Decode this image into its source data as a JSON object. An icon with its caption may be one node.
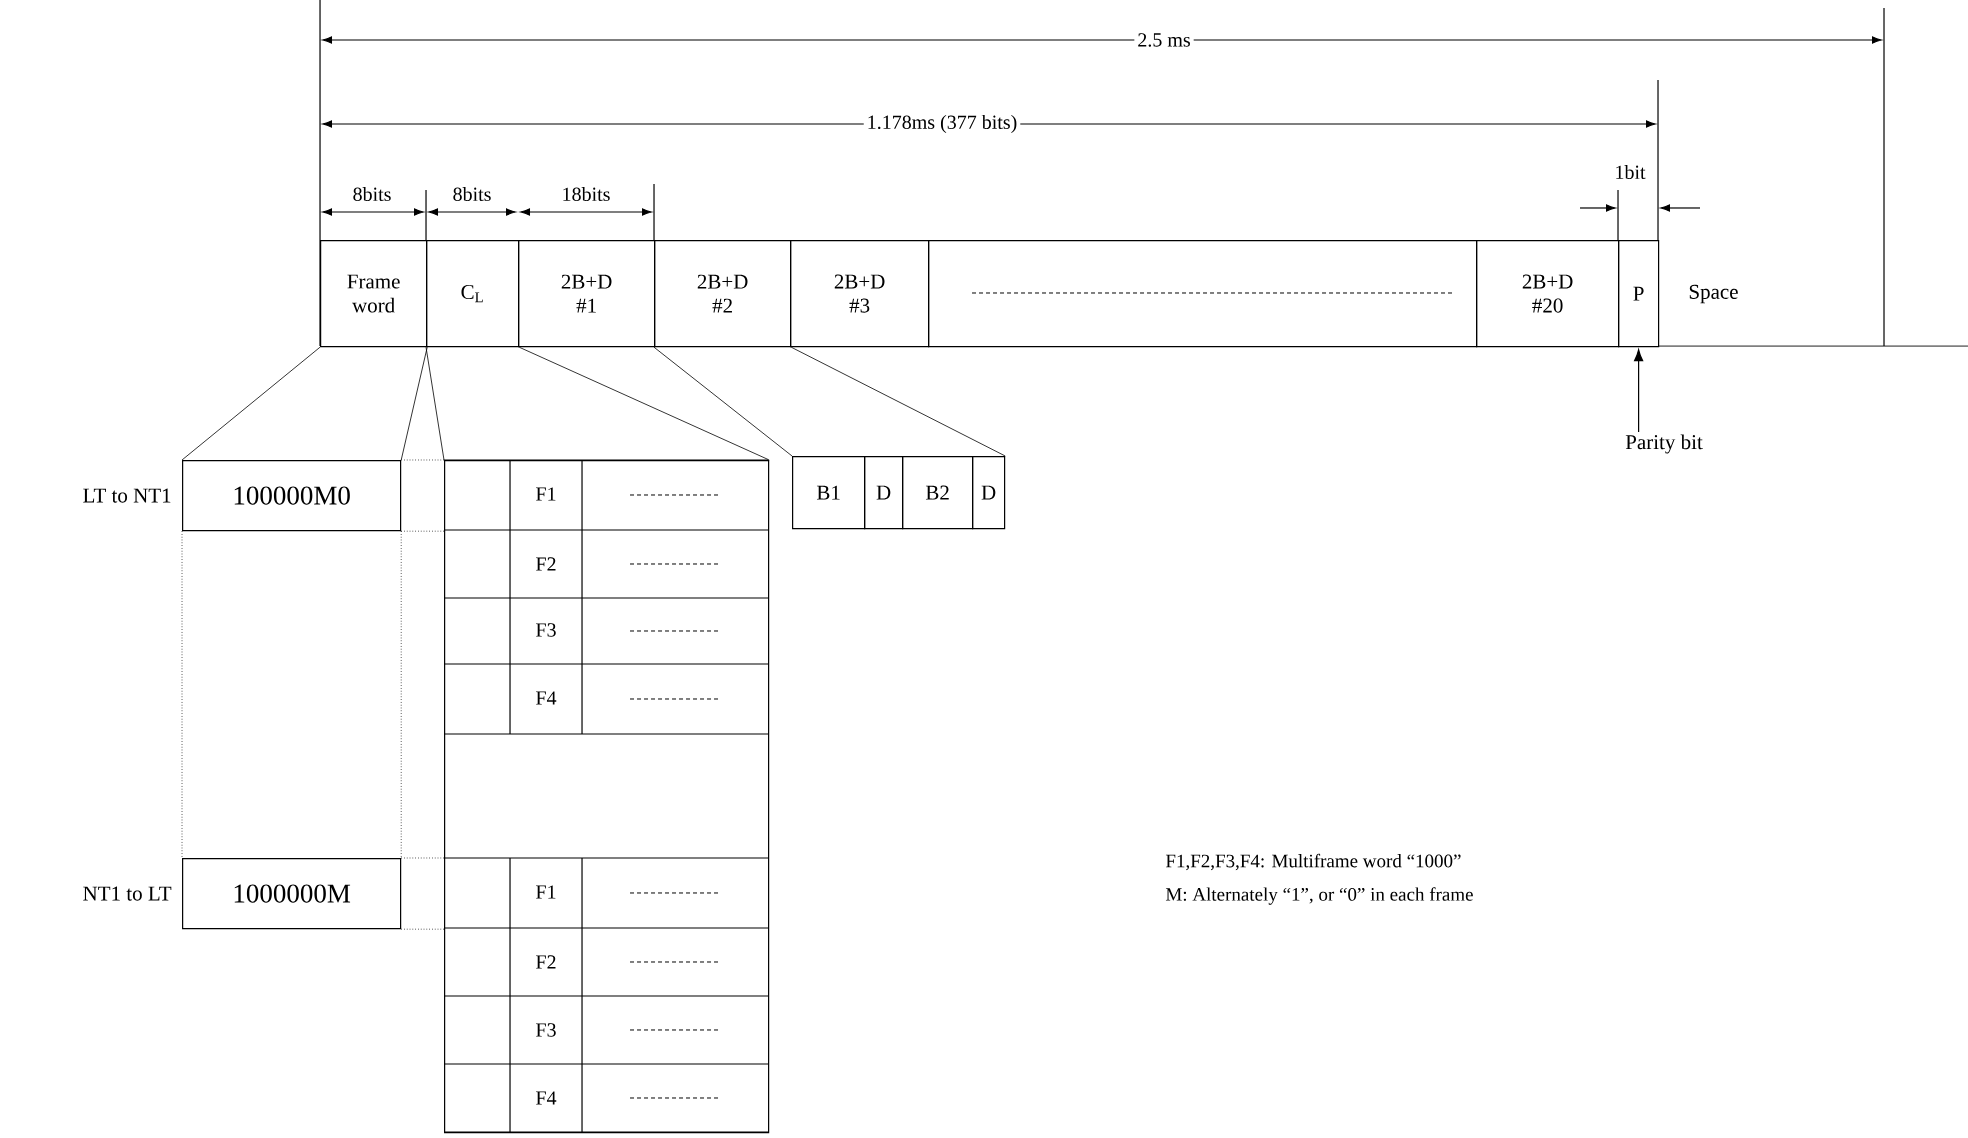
{
  "diagram": {
    "nodes": [
      {
        "text": [
          "Frame word"
        ]
      },
      {
        "text": [
          "C$_{L}$"
        ]
      },
      {
        "text": [
          "2B+D #1"
        ]
      },
      {
        "text": [
          "2B+D #2"
        ]
      },
      {
        "text": [
          "2B+D #3"
        ]
      },
      {
        "text": [],
        "shape": "box"
      },
      {
        "text": [
          "2B+D #20"
        ]
      },
      {
        "text": [
          "P"
        ]
      },
      {
        "text": [
          "Space"
        ]
      },
      {
        "text": [
          "100000M0"
        ],
        "beside": [
          "LT to NT1"
        ]
      },
      {
        "text": [
          "B1"
        ]
      },
      {
        "text": [
          "D"
        ]
      },
      {
        "text": [
          "B2"
        ]
      },
      {
        "text": [
          "D"
        ]
      },
      {
        "text": [
          "1000000M"
        ],
        "beside": [
          "NT1 to LT"
        ]
      },
      {
        "text": [
          "Parity bit"
        ]
      },
      {
        "text": [],
        "shape": "box"
      }
    ],
    "edges": [
      {
        "from": 15,
        "to": 7,
        "arrow": "to"
      },
      {
        "from": 0,
        "to": 9,
        "arrow": "none"
      },
      {
        "from": 0,
        "to": 9,
        "arrow": "none"
      },
      {
        "from": 1,
        "to": 16,
        "arrow": "none"
      },
      {
        "from": 1,
        "to": 16,
        "arrow": "none"
      },
      {
        "from": 3,
        "to": 10,
        "arrow": "none"
      },
      {
        "from": 3,
        "to": 13,
        "arrow": "none"
      },
      {
        "from": 9,
        "to": 14,
        "arrow": "none",
        "style": "dashed"
      },
      {
        "from": 9,
        "to": 14,
        "arrow": "none",
        "style": "dashed"
      },
      {
        "from": 9,
        "to": 16,
        "arrow": "none",
        "style": "dashed"
      },
      {
        "from": 9,
        "to": 16,
        "arrow": "none",
        "style": "dashed"
      },
      {
        "from": 14,
        "to": 16,
        "arrow": "none",
        "style": "dashed"
      },
      {
        "from": 14,
        "to": 16,
        "arrow": "none",
        "style": "dashed"
      }
    ],
    "labels": [
      "2.5 ms",
      "1.178ms (377 bits)",
      "8bits",
      "8bits",
      "18bits",
      "1bit",
      "F1",
      "F2",
      "F3",
      "F4",
      "F1",
      "F2",
      "F3",
      "F4",
      "F1,F2,F3,F4: Multiframe word “1000”",
      "M: Alternately “1”, or “0” in each frame"
    ]
  }
}
